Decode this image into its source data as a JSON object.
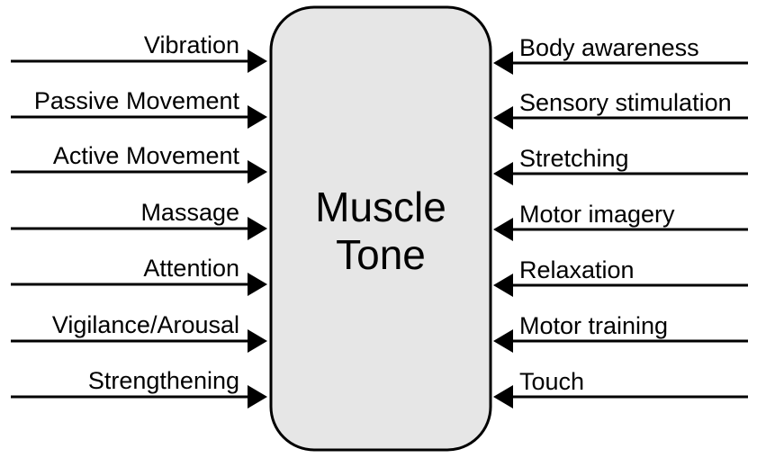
{
  "center": {
    "line1": "Muscle",
    "line2": "Tone",
    "fill": "#e6e6e6",
    "stroke": "#000000"
  },
  "left_inputs": [
    {
      "label": "Vibration"
    },
    {
      "label": "Passive Movement"
    },
    {
      "label": "Active Movement"
    },
    {
      "label": "Massage"
    },
    {
      "label": "Attention"
    },
    {
      "label": "Vigilance/Arousal"
    },
    {
      "label": "Strengthening"
    }
  ],
  "right_inputs": [
    {
      "label": "Body awareness"
    },
    {
      "label": "Sensory stimulation"
    },
    {
      "label": "Stretching"
    },
    {
      "label": "Motor imagery"
    },
    {
      "label": "Relaxation"
    },
    {
      "label": "Motor training"
    },
    {
      "label": "Touch"
    }
  ],
  "colors": {
    "arrow": "#000000",
    "text": "#000000",
    "background": "#ffffff"
  }
}
